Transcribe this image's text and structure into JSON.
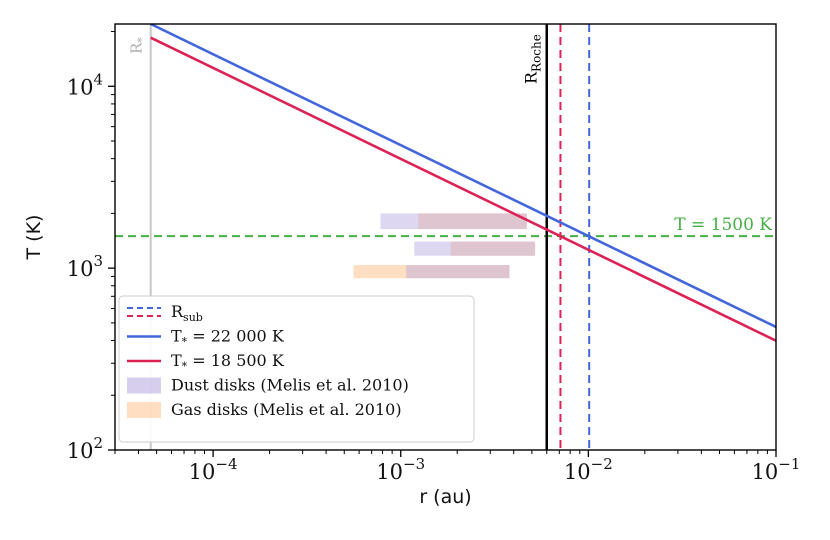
{
  "chart_data": {
    "type": "line",
    "title": "",
    "xlabel": "r (au)",
    "ylabel": "T (K)",
    "xscale": "log",
    "yscale": "log",
    "xlim": [
      3e-05,
      0.1
    ],
    "ylim": [
      100,
      22000
    ],
    "grid": false,
    "legend_position": "lower-left",
    "x_ticks": [
      {
        "value": 0.0001,
        "base": "10",
        "exp": "−4"
      },
      {
        "value": 0.001,
        "base": "10",
        "exp": "−3"
      },
      {
        "value": 0.01,
        "base": "10",
        "exp": "−2"
      },
      {
        "value": 0.1,
        "base": "10",
        "exp": "−1"
      }
    ],
    "y_ticks": [
      {
        "value": 100,
        "base": "10",
        "exp": "2"
      },
      {
        "value": 1000,
        "base": "10",
        "exp": "3"
      },
      {
        "value": 10000,
        "base": "10",
        "exp": "4"
      }
    ],
    "series": [
      {
        "name": "T* = 22 000 K",
        "color": "#4466dd",
        "style": "solid",
        "x": [
          4.65e-05,
          0.1
        ],
        "y": [
          22000,
          475
        ]
      },
      {
        "name": "T* = 18 500 K",
        "color": "#dd2255",
        "style": "solid",
        "x": [
          4.65e-05,
          0.1
        ],
        "y": [
          18500,
          399
        ]
      }
    ],
    "vertical_lines": [
      {
        "key": "rstar",
        "x": 4.65e-05,
        "color": "#c8c8c8",
        "style": "solid"
      },
      {
        "key": "roche",
        "x": 0.006,
        "color": "#000000",
        "style": "solid"
      },
      {
        "key": "rsub_18500",
        "x": 0.0071,
        "color": "#dd2255",
        "style": "dashed"
      },
      {
        "key": "rsub_22000",
        "x": 0.0101,
        "color": "#4466dd",
        "style": "dashed"
      }
    ],
    "horizontal_lines": [
      {
        "key": "t1500",
        "y": 1500,
        "color": "#44b044",
        "style": "dashed"
      }
    ],
    "dust_disks": {
      "name": "Dust disks (Melis et al. 2010)",
      "color": "#b6a6e0",
      "bands": [
        {
          "x0": 0.00078,
          "x1": 0.0047,
          "y0": 1640,
          "y1": 2000
        },
        {
          "x0": 0.00118,
          "x1": 0.0052,
          "y0": 1170,
          "y1": 1400
        },
        {
          "x0": 0.00107,
          "x1": 0.0038,
          "y0": 880,
          "y1": 1040
        }
      ]
    },
    "gas_disks": {
      "name": "Gas disks (Melis et al. 2010)",
      "color": "#ffc28e",
      "bands": [
        {
          "x0": 0.00124,
          "x1": 0.0047,
          "y0": 1640,
          "y1": 2000
        },
        {
          "x0": 0.00185,
          "x1": 0.0052,
          "y0": 1170,
          "y1": 1400
        },
        {
          "x0": 0.00056,
          "x1": 0.0038,
          "y0": 880,
          "y1": 1040
        }
      ]
    },
    "annotations": {
      "rstar_label": {
        "main": "R",
        "sub": "*"
      },
      "roche_label": {
        "main": "R",
        "sub": "Roche"
      },
      "t1500_label": "T = 1500 K"
    },
    "legend": [
      {
        "key": "rsub",
        "label_main": "R",
        "label_sub": "sub",
        "kind": "dashed-pair",
        "colors": [
          "#4466dd",
          "#dd2255"
        ]
      },
      {
        "key": "t22000",
        "label_main": "T",
        "label_sub": "*",
        "label_rest": " = 22 000 K",
        "kind": "line",
        "color": "#4466dd"
      },
      {
        "key": "t18500",
        "label_main": "T",
        "label_sub": "*",
        "label_rest": " = 18 500 K",
        "kind": "line",
        "color": "#dd2255"
      },
      {
        "key": "dust",
        "label": "Dust disks (Melis et al. 2010)",
        "kind": "patch",
        "color": "#b6a6e0"
      },
      {
        "key": "gas",
        "label": "Gas disks (Melis et al. 2010)",
        "kind": "patch",
        "color": "#ffc28e"
      }
    ]
  }
}
